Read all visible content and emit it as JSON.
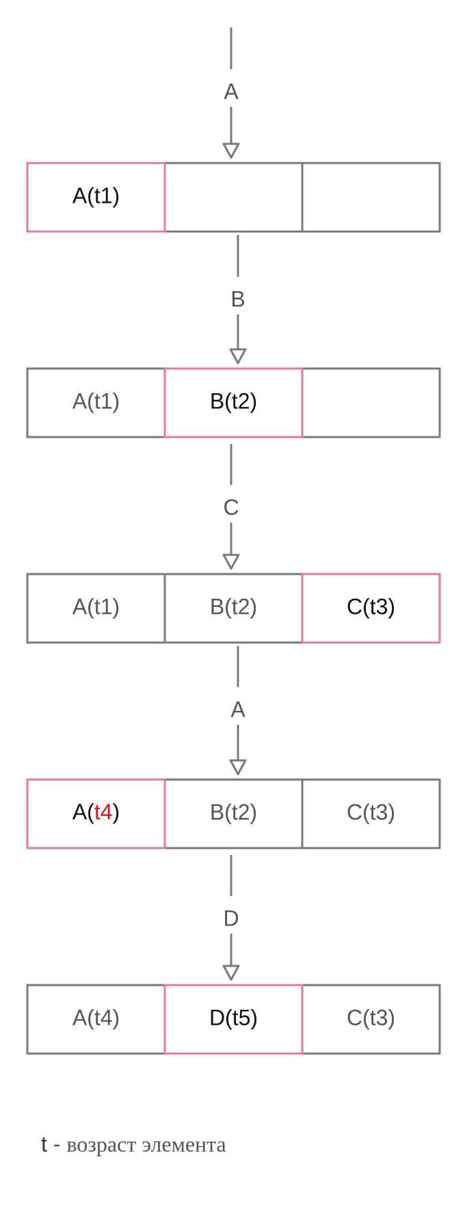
{
  "steps": [
    {
      "input": "A",
      "cells": [
        {
          "label": "A(t1)",
          "highlight": true
        },
        {
          "label": "",
          "highlight": false
        },
        {
          "label": "",
          "highlight": false
        }
      ]
    },
    {
      "input": "B",
      "cells": [
        {
          "label": "A(t1)",
          "highlight": false
        },
        {
          "label": "B(t2)",
          "highlight": true
        },
        {
          "label": "",
          "highlight": false
        }
      ]
    },
    {
      "input": "C",
      "cells": [
        {
          "label": "A(t1)",
          "highlight": false
        },
        {
          "label": "B(t2)",
          "highlight": false
        },
        {
          "label": "C(t3)",
          "highlight": true
        }
      ]
    },
    {
      "input": "A",
      "cells": [
        {
          "label": "A(t4)",
          "highlight": true,
          "prefix": "A(",
          "accent": "t4",
          "suffix": ")"
        },
        {
          "label": "B(t2)",
          "highlight": false
        },
        {
          "label": "C(t3)",
          "highlight": false
        }
      ]
    },
    {
      "input": "D",
      "cells": [
        {
          "label": "A(t4)",
          "highlight": false
        },
        {
          "label": "D(t5)",
          "highlight": true
        },
        {
          "label": "C(t3)",
          "highlight": false
        }
      ]
    }
  ],
  "legend": {
    "key": "t",
    "separator": " - ",
    "description": "возраст элемента"
  },
  "colors": {
    "line": "#7a7a7a",
    "highlight_border": "#e57a95",
    "active_text": "#111111",
    "inactive_text": "#555555",
    "accent_text": "#e0141e",
    "arrow_label": "#555555"
  }
}
